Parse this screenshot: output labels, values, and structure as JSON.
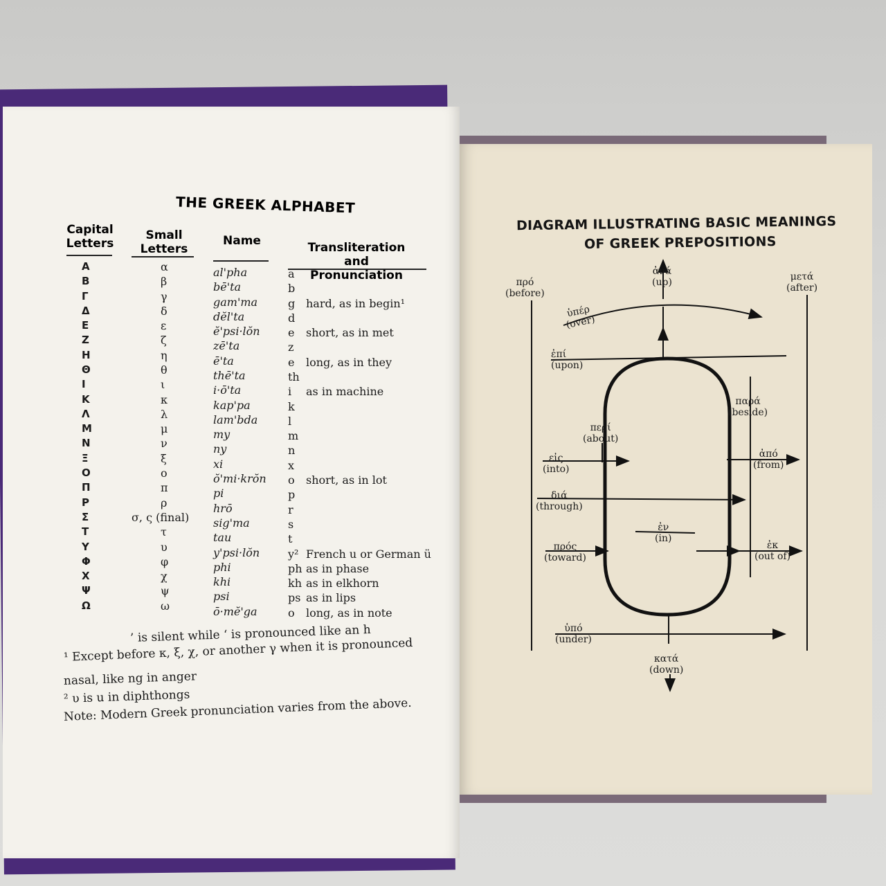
{
  "left_page": {
    "title": "THE GREEK ALPHABET",
    "headers": {
      "capital": "Capital Letters",
      "small": "Small Letters",
      "name": "Name",
      "translit": "Transliteration and Pronunciation"
    },
    "rows": [
      {
        "cap": "Α",
        "small": "α",
        "name": "al'pha",
        "tr": "a",
        "note": ""
      },
      {
        "cap": "Β",
        "small": "β",
        "name": "bē'ta",
        "tr": "b",
        "note": ""
      },
      {
        "cap": "Γ",
        "small": "γ",
        "name": "gam'ma",
        "tr": "g",
        "note": "hard, as in begin¹"
      },
      {
        "cap": "Δ",
        "small": "δ",
        "name": "dĕl'ta",
        "tr": "d",
        "note": ""
      },
      {
        "cap": "Ε",
        "small": "ε",
        "name": "ĕ'psi·lŏn",
        "tr": "e",
        "note": "short, as in met"
      },
      {
        "cap": "Ζ",
        "small": "ζ",
        "name": "zē'ta",
        "tr": "z",
        "note": ""
      },
      {
        "cap": "Η",
        "small": "η",
        "name": "ē'ta",
        "tr": "e",
        "note": "long, as in they"
      },
      {
        "cap": "Θ",
        "small": "θ",
        "name": "thē'ta",
        "tr": "th",
        "note": ""
      },
      {
        "cap": "Ι",
        "small": "ι",
        "name": "i·ō'ta",
        "tr": "i",
        "note": "as in machine"
      },
      {
        "cap": "Κ",
        "small": "κ",
        "name": "kap'pa",
        "tr": "k",
        "note": ""
      },
      {
        "cap": "Λ",
        "small": "λ",
        "name": "lam'bda",
        "tr": "l",
        "note": ""
      },
      {
        "cap": "Μ",
        "small": "μ",
        "name": "my",
        "tr": "m",
        "note": ""
      },
      {
        "cap": "Ν",
        "small": "ν",
        "name": "ny",
        "tr": "n",
        "note": ""
      },
      {
        "cap": "Ξ",
        "small": "ξ",
        "name": "xi",
        "tr": "x",
        "note": ""
      },
      {
        "cap": "Ο",
        "small": "ο",
        "name": "ŏ'mi·krŏn",
        "tr": "o",
        "note": "short, as in lot"
      },
      {
        "cap": "Π",
        "small": "π",
        "name": "pi",
        "tr": "p",
        "note": ""
      },
      {
        "cap": "Ρ",
        "small": "ρ",
        "name": "hrō",
        "tr": "r",
        "note": ""
      },
      {
        "cap": "Σ",
        "small": "σ, ς (final)",
        "name": "sig'ma",
        "tr": "s",
        "note": ""
      },
      {
        "cap": "Τ",
        "small": "τ",
        "name": "tau",
        "tr": "t",
        "note": ""
      },
      {
        "cap": "Υ",
        "small": "υ",
        "name": "y'psi·lŏn",
        "tr": "y²",
        "note": "French u or German ü"
      },
      {
        "cap": "Φ",
        "small": "φ",
        "name": "phi",
        "tr": "ph",
        "note": "as in phase"
      },
      {
        "cap": "Χ",
        "small": "χ",
        "name": "khi",
        "tr": "kh",
        "note": "as in elkhorn"
      },
      {
        "cap": "Ψ",
        "small": "ψ",
        "name": "psi",
        "tr": "ps",
        "note": "as in lips"
      },
      {
        "cap": "Ω",
        "small": "ω",
        "name": "ō·mĕ'ga",
        "tr": "o",
        "note": "long, as in note"
      }
    ],
    "footnotes": {
      "breathing": "’ is silent while ‘ is pronounced like an h",
      "fn1_line1": "¹ Except before κ, ξ, χ, or another γ when it is pronounced",
      "fn1_line2": "nasal, like ng in anger",
      "fn2": "² υ is u in diphthongs",
      "note": "Note:  Modern Greek pronunciation varies from the above."
    }
  },
  "right_page": {
    "title_line1": "DIAGRAM ILLUSTRATING BASIC MEANINGS",
    "title_line2": "OF GREEK PREPOSITIONS",
    "labels": {
      "ana_gr": "ἀνά",
      "ana_en": "(up)",
      "pro_gr": "πρό",
      "pro_en": "(before)",
      "meta_gr": "μετά",
      "meta_en": "(after)",
      "hyper_gr": "ὑπέρ",
      "hyper_en": "(over)",
      "epi_gr": "ἐπί",
      "epi_en": "(upon)",
      "para_gr": "παρά",
      "para_en": "(beside)",
      "peri_gr": "περί",
      "peri_en": "(about)",
      "eis_gr": "εἰς",
      "eis_en": "(into)",
      "apo_gr": "ἀπό",
      "apo_en": "(from)",
      "dia_gr": "διά",
      "dia_en": "(through)",
      "en_gr": "ἐν",
      "en_en": "(in)",
      "pros_gr": "πρός",
      "pros_en": "(toward)",
      "ek_gr": "ἐκ",
      "ek_en": "(out of)",
      "hypo_gr": "ὑπό",
      "hypo_en": "(under)",
      "kata_gr": "κατά",
      "kata_en": "(down)"
    }
  },
  "colors": {
    "cover": "#4a2a78",
    "left_page": "#f4f2ec",
    "right_page": "#ebe3d0",
    "ink": "#1a1a1a"
  }
}
